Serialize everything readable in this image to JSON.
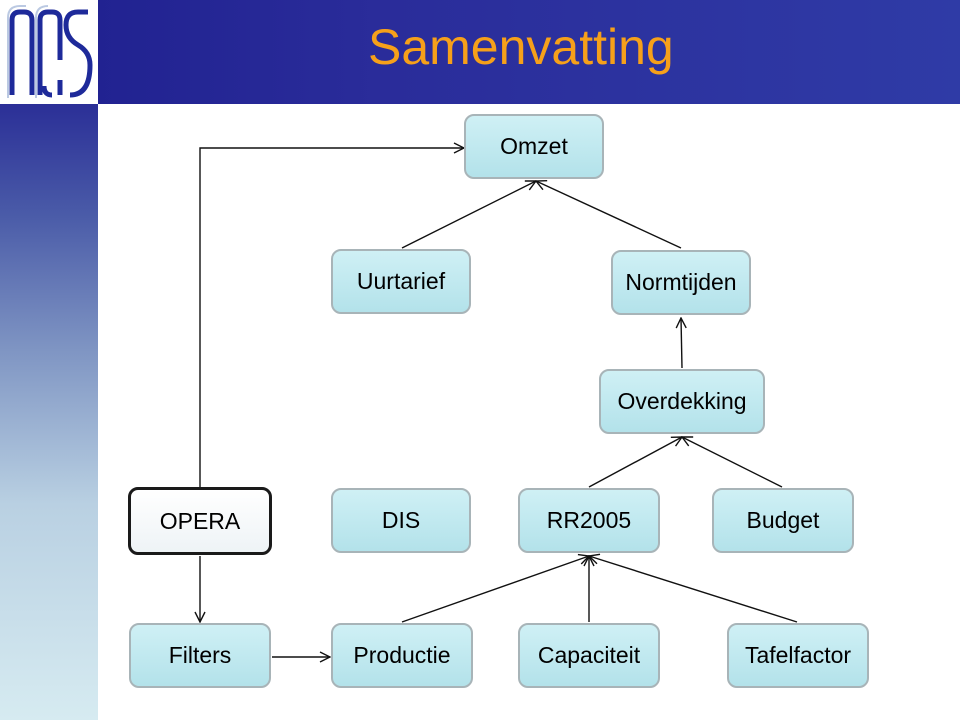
{
  "slide": {
    "title": "Samenvatting"
  },
  "diagram": {
    "nodes": {
      "omzet": "Omzet",
      "uurtarief": "Uurtarief",
      "normtijden": "Normtijden",
      "overdekking": "Overdekking",
      "opera": "OPERA",
      "dis": "DIS",
      "rr2005": "RR2005",
      "budget": "Budget",
      "filters": "Filters",
      "productie": "Productie",
      "capaciteit": "Capaciteit",
      "tafelfactor": "Tafelfactor"
    },
    "edges": [
      {
        "from": "uurtarief",
        "to": "omzet"
      },
      {
        "from": "normtijden",
        "to": "omzet"
      },
      {
        "from": "overdekking",
        "to": "normtijden"
      },
      {
        "from": "rr2005",
        "to": "overdekking"
      },
      {
        "from": "budget",
        "to": "overdekking"
      },
      {
        "from": "opera",
        "to": "omzet"
      },
      {
        "from": "opera",
        "to": "filters"
      },
      {
        "from": "filters",
        "to": "productie"
      },
      {
        "from": "productie",
        "to": "rr2005"
      },
      {
        "from": "capaciteit",
        "to": "rr2005"
      },
      {
        "from": "tafelfactor",
        "to": "rr2005"
      }
    ],
    "colors": {
      "node_fill": "#bfe8ef",
      "node_border": "#a8b4b8",
      "title": "#f6a01a",
      "header": "#1e1f8e"
    }
  }
}
